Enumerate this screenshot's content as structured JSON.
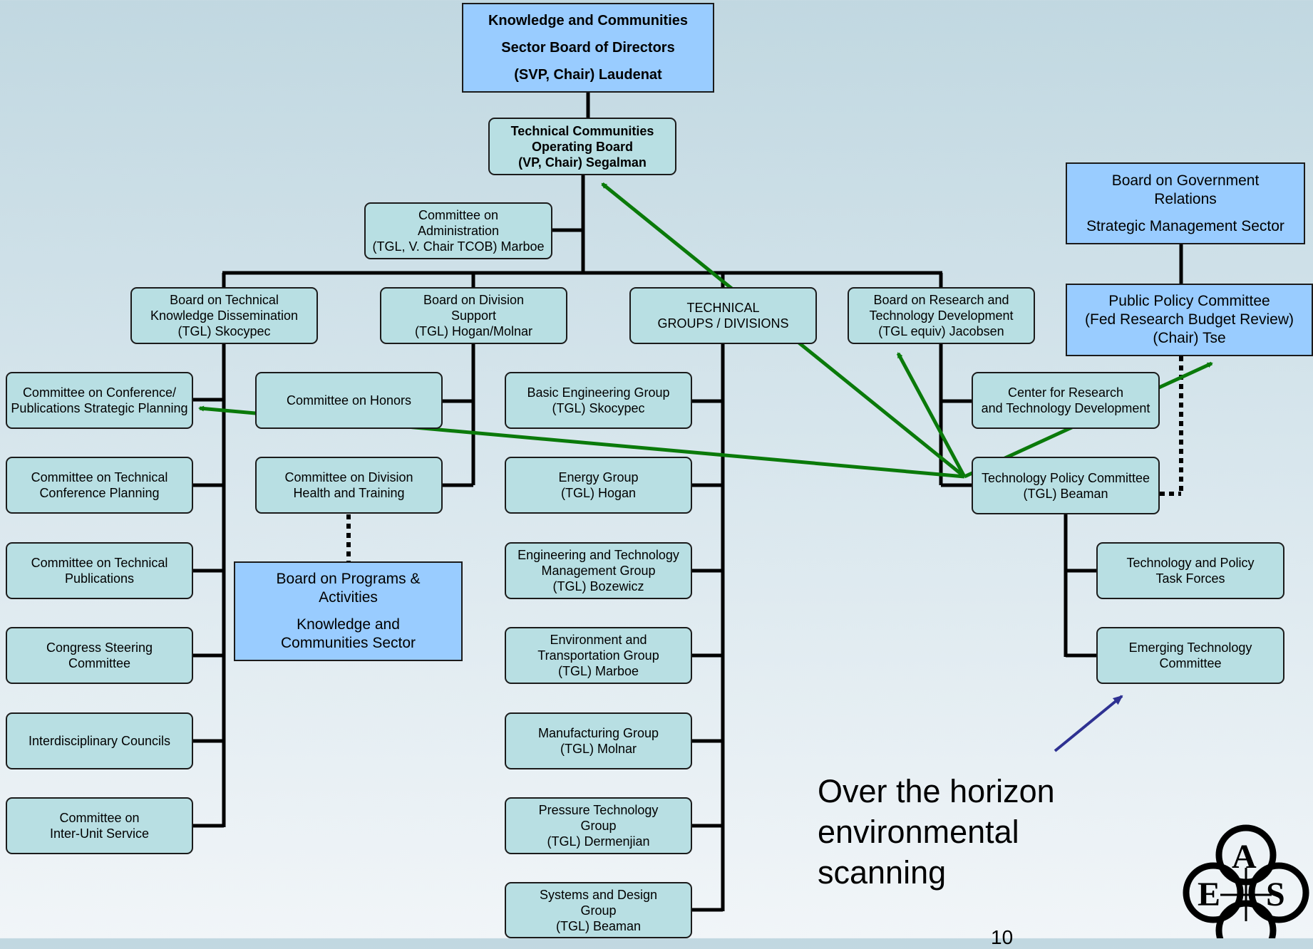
{
  "top_board": {
    "line1": "Knowledge and Communities",
    "line2": "Sector Board of Directors",
    "line3": "(SVP, Chair) Laudenat"
  },
  "operating_board": {
    "line1": "Technical Communities",
    "line2": "Operating Board",
    "line3": "(VP, Chair) Segalman"
  },
  "admin_committee": {
    "line1": "Committee on",
    "line2": "Administration",
    "line3": "(TGL, V. Chair TCOB)  Marboe"
  },
  "board_tkd": {
    "line1": "Board on Technical",
    "line2": "Knowledge Dissemination",
    "line3": "(TGL)  Skocypec"
  },
  "board_division_support": {
    "line1": "Board on Division",
    "line2": "Support",
    "line3": "(TGL) Hogan/Molnar"
  },
  "technical_groups": {
    "line1": "TECHNICAL",
    "line2": "GROUPS / DIVISIONS"
  },
  "board_rtd": {
    "line1": "Board on Research and",
    "line2": "Technology Development",
    "line3": "(TGL equiv)  Jacobsen"
  },
  "gov_relations": {
    "line1": "Board on Government",
    "line2": "Relations",
    "line3": "Strategic Management Sector"
  },
  "public_policy": {
    "line1": "Public Policy Committee",
    "line2": "(Fed Research Budget Review)",
    "line3": "(Chair) Tse"
  },
  "tkd_children": [
    {
      "line1": "Committee on Conference/",
      "line2": "Publications Strategic Planning"
    },
    {
      "line1": "Committee on Technical",
      "line2": "Conference Planning"
    },
    {
      "line1": "Committee on Technical",
      "line2": "Publications"
    },
    {
      "line1": "Congress Steering",
      "line2": "Committee"
    },
    {
      "line1": "Interdisciplinary Councils",
      "line2": ""
    },
    {
      "line1": "Committee on",
      "line2": "Inter-Unit Service"
    }
  ],
  "support_children": [
    {
      "line1": "Committee on Honors",
      "line2": ""
    },
    {
      "line1": "Committee on Division",
      "line2": "Health and Training"
    }
  ],
  "programs_board": {
    "line1": "Board on Programs &",
    "line2": "Activities",
    "line3": "Knowledge and",
    "line4": "Communities Sector"
  },
  "groups": [
    {
      "line1": "Basic Engineering Group",
      "line2": "(TGL) Skocypec",
      "line3": ""
    },
    {
      "line1": "Energy Group",
      "line2": "(TGL) Hogan",
      "line3": ""
    },
    {
      "line1": "Engineering and Technology",
      "line2": "Management Group",
      "line3": "(TGL) Bozewicz"
    },
    {
      "line1": "Environment and",
      "line2": "Transportation Group",
      "line3": "(TGL)  Marboe"
    },
    {
      "line1": "Manufacturing Group",
      "line2": "(TGL) Molnar",
      "line3": ""
    },
    {
      "line1": "Pressure Technology",
      "line2": "Group",
      "line3": "(TGL)  Dermenjian"
    },
    {
      "line1": "Systems and Design",
      "line2": "Group",
      "line3": "(TGL)  Beaman"
    }
  ],
  "center_rtd": {
    "line1": "Center for Research",
    "line2": "and Technology Development"
  },
  "tech_policy": {
    "line1": "Technology Policy Committee",
    "line2": "(TGL) Beaman"
  },
  "task_forces": {
    "line1": "Technology and Policy",
    "line2": "Task Forces"
  },
  "emerging_tech": {
    "line1": "Emerging Technology",
    "line2": "Committee"
  },
  "caption": {
    "line1": "Over the horizon",
    "line2": "environmental",
    "line3": "scanning"
  },
  "page_number": "10",
  "colors": {
    "box_fill": "#b8dfe3",
    "blue_box_fill": "#99ccff",
    "influence_arrow": "#0a7a0a",
    "pointer_arrow": "#2e3192"
  }
}
